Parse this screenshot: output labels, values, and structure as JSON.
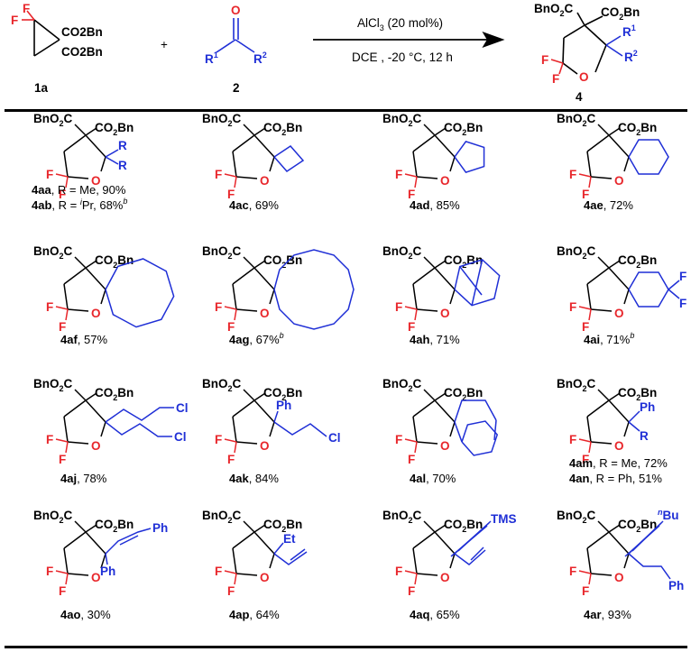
{
  "colors": {
    "black": "#000000",
    "blue": "#1f2fd6",
    "red": "#e8262b"
  },
  "scheme": {
    "reactant1": {
      "id": "1a",
      "f": "F",
      "co2bn_a": "CO2Bn",
      "co2bn_b": "CO2Bn"
    },
    "plus": "+",
    "reactant2": {
      "id": "2",
      "o": "O",
      "r1": "R",
      "r1_sup": "1",
      "r2": "R",
      "r2_sup": "2"
    },
    "conditions": {
      "catalyst": "AlCl3 (20 mol%)",
      "solvent_temp_time": "DCE , -20 °C, 12 h"
    },
    "product": {
      "id": "4",
      "r1": "R",
      "r1_sup": "1",
      "r2": "R",
      "r2_sup": "2"
    }
  },
  "common": {
    "bno2c": "BnO2C",
    "co2bn": "CO2Bn",
    "f": "F",
    "o": "O"
  },
  "compounds": [
    {
      "lines": [
        {
          "id": "4aa",
          "text": ", R = Me, 90%"
        },
        {
          "id": "4ab",
          "text": ", R = ",
          "sup": "i",
          "text2": "Pr, 68%",
          "note": "b"
        }
      ],
      "subst": [
        "R",
        "R"
      ]
    },
    {
      "lines": [
        {
          "id": "4ac",
          "text": ", 69%"
        }
      ]
    },
    {
      "lines": [
        {
          "id": "4ad",
          "text": ", 85%"
        }
      ]
    },
    {
      "lines": [
        {
          "id": "4ae",
          "text": ", 72%"
        }
      ]
    },
    {
      "lines": [
        {
          "id": "4af",
          "text": ", 57%"
        }
      ]
    },
    {
      "lines": [
        {
          "id": "4ag",
          "text": ", 67%",
          "note": "b"
        }
      ]
    },
    {
      "lines": [
        {
          "id": "4ah",
          "text": ", 71%"
        }
      ]
    },
    {
      "lines": [
        {
          "id": "4ai",
          "text": ", 71%",
          "note": "b"
        }
      ],
      "subst": [
        "F",
        "F"
      ]
    },
    {
      "lines": [
        {
          "id": "4aj",
          "text": ",  78%"
        }
      ],
      "subst": [
        "Cl",
        "Cl"
      ]
    },
    {
      "lines": [
        {
          "id": "4ak",
          "text": ", 84%"
        }
      ],
      "subst": [
        "Ph",
        "Cl"
      ]
    },
    {
      "lines": [
        {
          "id": "4al",
          "text": ", 70%"
        }
      ]
    },
    {
      "lines": [
        {
          "id": "4am",
          "text": ", R = Me, 72%"
        },
        {
          "id": "4an",
          "text": ", R = Ph, 51%"
        }
      ],
      "subst": [
        "Ph",
        "R"
      ]
    },
    {
      "lines": [
        {
          "id": "4ao",
          "text": ", 30%"
        }
      ],
      "subst": [
        "Ph",
        "Ph"
      ]
    },
    {
      "lines": [
        {
          "id": "4ap",
          "text": ", 64%"
        }
      ],
      "subst": [
        "Et"
      ]
    },
    {
      "lines": [
        {
          "id": "4aq",
          "text": ", 65%"
        }
      ],
      "subst": [
        "TMS"
      ]
    },
    {
      "lines": [
        {
          "id": "4ar",
          "text": ", 93%"
        }
      ],
      "subst": [
        "Bu",
        "Ph"
      ],
      "prefix": "n"
    }
  ]
}
